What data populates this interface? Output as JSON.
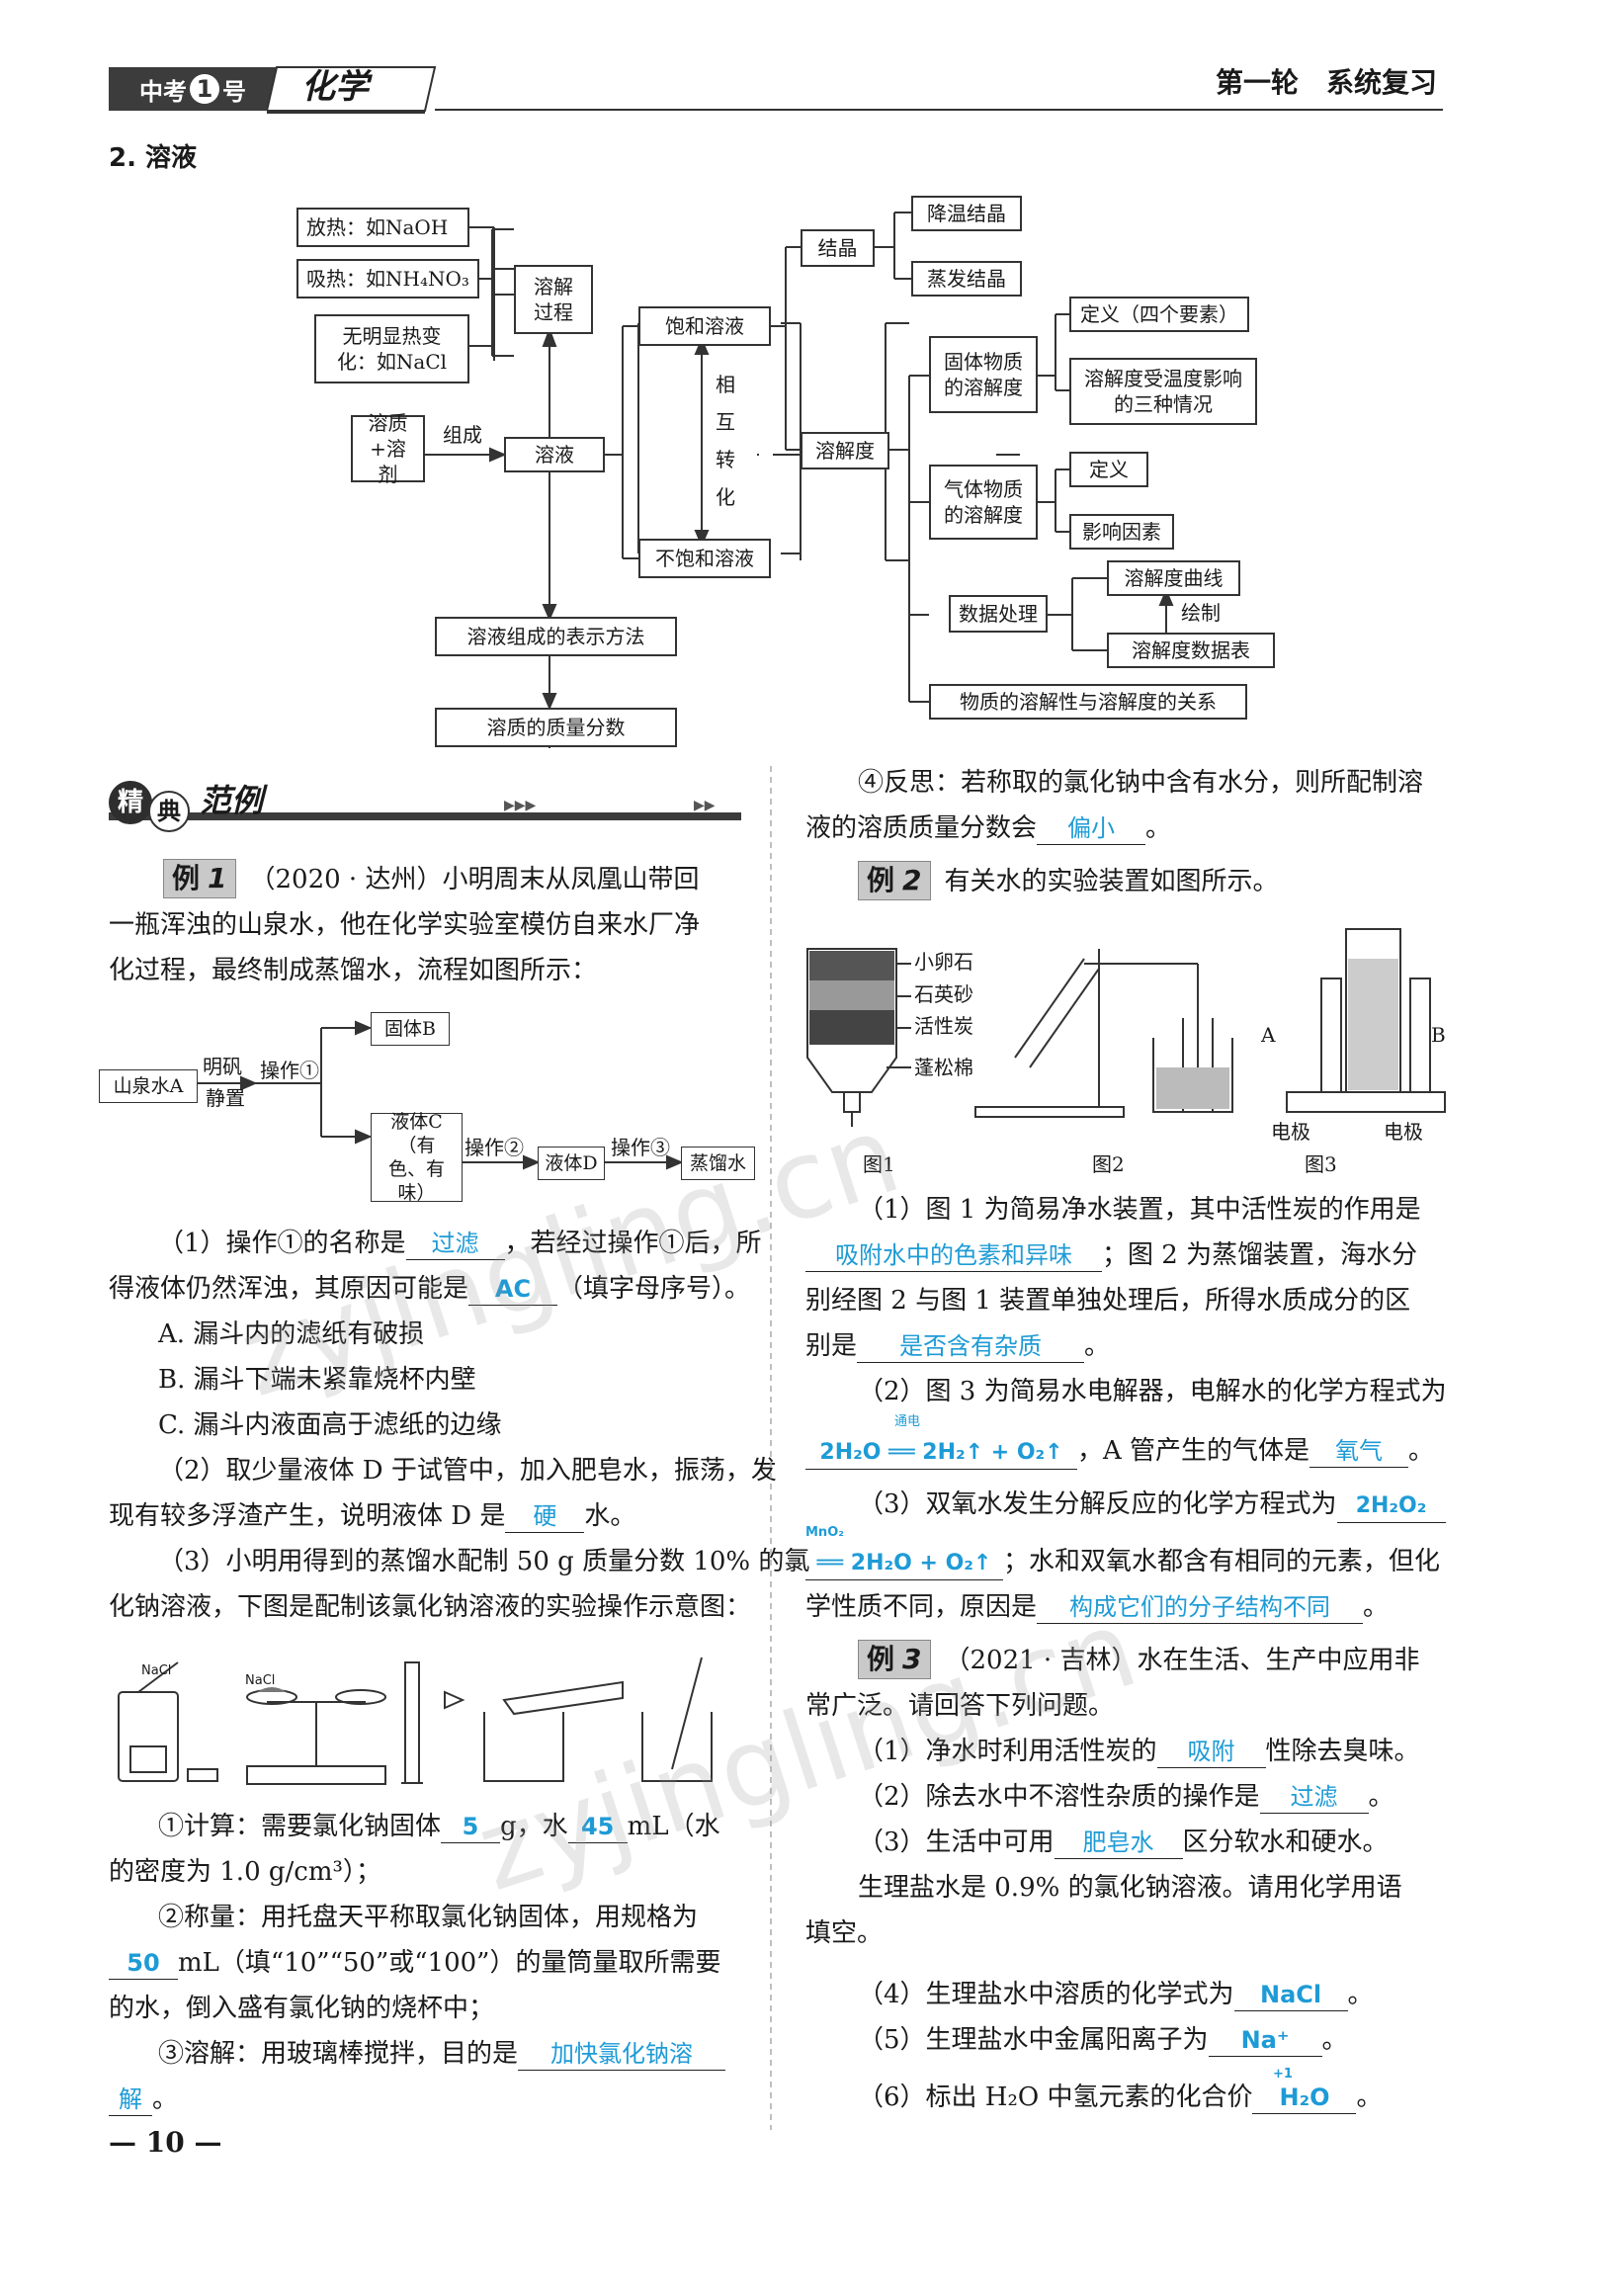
{
  "header": {
    "brand_pre": "中考",
    "brand_num": "1",
    "brand_post": "号",
    "subject": "化学",
    "right": "第一轮　系统复习"
  },
  "section_title": "2. 溶液",
  "mindmap": {
    "heat_release": "放热：如NaOH",
    "heat_absorb": "吸热：如NH₄NO₃",
    "no_heat": "无明显热变化：如NaCl",
    "dissolve_process": "溶解过程",
    "solute_solvent": "溶质+溶剂",
    "compose": "组成",
    "solution": "溶液",
    "saturated": "饱和溶液",
    "unsaturated": "不饱和溶液",
    "mutual": "相互转化",
    "crystallize": "结晶",
    "cool_cryst": "降温结晶",
    "evap_cryst": "蒸发结晶",
    "solubility": "溶解度",
    "solid_sol": "固体物质的溶解度",
    "def4": "定义（四个要素）",
    "temp_effect": "溶解度受温度影响的三种情况",
    "gas_sol": "气体物质的溶解度",
    "def": "定义",
    "factors": "影响因素",
    "data_proc": "数据处理",
    "curve": "溶解度曲线",
    "draw": "绘制",
    "table": "溶解度数据表",
    "relation": "物质的溶解性与溶解度的关系",
    "repr": "溶液组成的表示方法",
    "mass_frac": "溶质的质量分数"
  },
  "banner": {
    "c1": "精",
    "c2": "典",
    "rest": "范例"
  },
  "ex1": {
    "label": "例",
    "num": "1",
    "intro1": "（2020 · 达州）小明周末从凤凰山带回",
    "intro2": "一瓶浑浊的山泉水，他在化学实验室模仿自来水厂净",
    "intro3": "化过程，最终制成蒸馏水，流程如图所示：",
    "flow": {
      "spring": "山泉水A",
      "alum": "明矾",
      "still": "静置",
      "op1": "操作①",
      "solidB": "固体B",
      "liquidC": "液体C（有色、有味）",
      "op2": "操作②",
      "liquidD": "液体D",
      "op3": "操作③",
      "distilled": "蒸馏水"
    },
    "q1a": "（1）操作①的名称是",
    "a1": "过滤",
    "q1b": "，若经过操作①后，所",
    "q1c": "得液体仍然浑浊，其原因可能是",
    "a1b": "AC",
    "q1d": "（填字母序号）。",
    "optA": "A. 漏斗内的滤纸有破损",
    "optB": "B. 漏斗下端未紧靠烧杯内壁",
    "optC": "C. 漏斗内液面高于滤纸的边缘",
    "q2a": "（2）取少量液体 D 于试管中，加入肥皂水，振荡，发",
    "q2b": "现有较多浮渣产生，说明液体 D 是",
    "a2": "硬",
    "q2c": "水。",
    "q3a": "（3）小明用得到的蒸馏水配制 50 g 质量分数 10% 的氯",
    "q3b": "化钠溶液，下图是配制该氯化钠溶液的实验操作示意图：",
    "nacl": "NaCl",
    "calc_a": "①计算：需要氯化钠固体",
    "calc_v1": "5",
    "calc_b": "g，水",
    "calc_v2": "45",
    "calc_c": "mL（水",
    "calc_d": "的密度为 1.0 g/cm³）；",
    "weigh_a": "②称量：用托盘天平称取氯化钠固体，用规格为",
    "weigh_v": "50",
    "weigh_b": "mL（填“10”“50”或“100”）的量筒量取所需要",
    "weigh_c": "的水，倒入盛有氯化钠的烧杯中；",
    "diss_a": "③溶解：用玻璃棒搅拌，目的是",
    "diss_v1": "加快氯化钠溶",
    "diss_v2": "解",
    "diss_b": "。"
  },
  "reflect": {
    "a": "④反思：若称取的氯化钠中含有水分，则所配制溶",
    "b": "液的溶质质量分数会",
    "v": "偏小",
    "c": "。"
  },
  "ex2": {
    "label": "例",
    "num": "2",
    "intro": "有关水的实验装置如图所示。",
    "fig1_labels": [
      "小卵石",
      "石英砂",
      "活性炭",
      "蓬松棉"
    ],
    "fig3_A": "A",
    "fig3_B": "B",
    "electrode": "电极",
    "fig1": "图1",
    "fig2": "图2",
    "fig3": "图3",
    "q1a": "（1）图 1 为简易净水装置，其中活性炭的作用是",
    "a1": "吸附水中的色素和异味",
    "q1b": "；图 2 为蒸馏装置，海水分",
    "q1c": "别经图 2 与图 1 装置单独处理后，所得水质成分的区",
    "q1d": "别是",
    "a1b": "是否含有杂质",
    "q1e": "。",
    "q2a": "（2）图 3 为简易水电解器，电解水的化学方程式为",
    "eq_cond": "通电",
    "eq1": "2H₂O ══ 2H₂↑ + O₂↑",
    "q2b": "，A 管产生的气体是",
    "a2": "氧气",
    "q2c": "。",
    "q3a": "（3）双氧水发生分解反应的化学方程式为",
    "a3a": "2H₂O₂",
    "mno2": "MnO₂",
    "eq2": "══ 2H₂O + O₂↑",
    "q3b": "；水和双氧水都含有相同的元素，但化",
    "q3c": "学性质不同，原因是",
    "a3": "构成它们的分子结构不同",
    "q3d": "。"
  },
  "ex3": {
    "label": "例",
    "num": "3",
    "intro1": "（2021 · 吉林）水在生活、生产中应用非",
    "intro2": "常广泛。请回答下列问题。",
    "q1a": "（1）净水时利用活性炭的",
    "a1": "吸附",
    "q1b": "性除去臭味。",
    "q2a": "（2）除去水中不溶性杂质的操作是",
    "a2": "过滤",
    "q2b": "。",
    "q3a": "（3）生活中可用",
    "a3": "肥皂水",
    "q3b": "区分软水和硬水。",
    "p1": "生理盐水是 0.9% 的氯化钠溶液。请用化学用语",
    "p2": "填空。",
    "q4a": "（4）生理盐水中溶质的化学式为",
    "a4": "NaCl",
    "q4b": "。",
    "q5a": "（5）生理盐水中金属阳离子为",
    "a5": "Na⁺",
    "q5b": "。",
    "q6a": "（6）标出 H₂O 中氢元素的化合价",
    "a6_sup": "+1",
    "a6": "H₂O",
    "q6b": "。"
  },
  "page_number": "— 10 —",
  "watermark": "zyjingling.cn"
}
